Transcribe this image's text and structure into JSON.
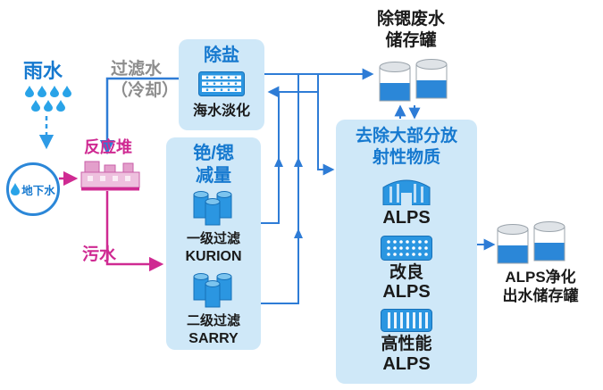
{
  "colors": {
    "line_blue": "#2e7cd6",
    "rain_blue": "#2e9be6",
    "magenta": "#cf2a92",
    "box_bg": "#cfe8f8",
    "title_blue": "#1679cf",
    "gray_label": "#8d8d8d",
    "icon_blue": "#2b96e1",
    "tank_blue": "#2b87d8"
  },
  "rain": {
    "label": "雨水"
  },
  "groundwater": {
    "label": "地下水"
  },
  "reactor": {
    "label": "反应堆"
  },
  "flows": {
    "filtered_water_line1": "过滤水",
    "filtered_water_line2": "（冷却）",
    "sewage": "污水"
  },
  "desalination": {
    "title": "除盐",
    "subtitle": "海水淡化"
  },
  "cs_sr_reduction": {
    "title_line1": "铯/锶",
    "title_line2": "减量",
    "stage1_label": "一级过滤",
    "stage1_name": "KURION",
    "stage2_label": "二级过滤",
    "stage2_name": "SARRY"
  },
  "sr_waste_tank": {
    "label_line1": "除锶废水",
    "label_line2": "储存罐"
  },
  "alps_unit": {
    "title_line1": "去除大部分放",
    "title_line2": "射性物质",
    "standard_label": "ALPS",
    "improved_line1": "改良",
    "improved_line2": "ALPS",
    "high_perf_line1": "高性能",
    "high_perf_line2": "ALPS"
  },
  "alps_out_tank": {
    "label_line1": "ALPS净化",
    "label_line2": "出水储存罐"
  }
}
